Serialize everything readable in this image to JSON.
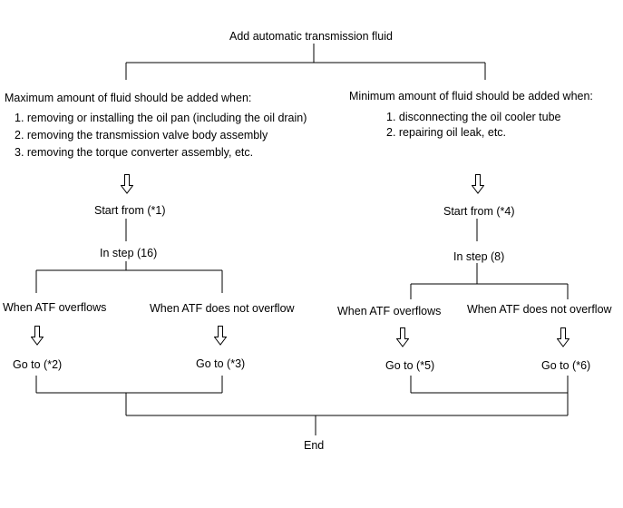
{
  "title": "Add automatic transmission fluid",
  "left": {
    "heading": "Maximum amount of fluid should be added when:",
    "items": [
      "1. removing or installing the oil pan (including the oil drain)",
      "2. removing the transmission valve body assembly",
      "3. removing the torque converter assembly, etc."
    ],
    "start": "Start from (*1)",
    "step": "In step (16)",
    "branch_a": "When ATF overflows",
    "branch_b": "When ATF does not overflow",
    "goto_a": "Go to (*2)",
    "goto_b": "Go to (*3)"
  },
  "right": {
    "heading": "Minimum amount of fluid should be added when:",
    "items": [
      "1. disconnecting the oil cooler tube",
      "2. repairing oil leak, etc."
    ],
    "start": "Start from (*4)",
    "step": "In step (8)",
    "branch_a": "When ATF overflows",
    "branch_b": "When ATF does not overflow",
    "goto_a": "Go to (*5)",
    "goto_b": "Go to (*6)"
  },
  "end": "End",
  "icons": {
    "down_arrow": "hollow-down-arrow-icon"
  },
  "colors": {
    "line": "#000000",
    "text": "#000000",
    "background": "#ffffff"
  }
}
